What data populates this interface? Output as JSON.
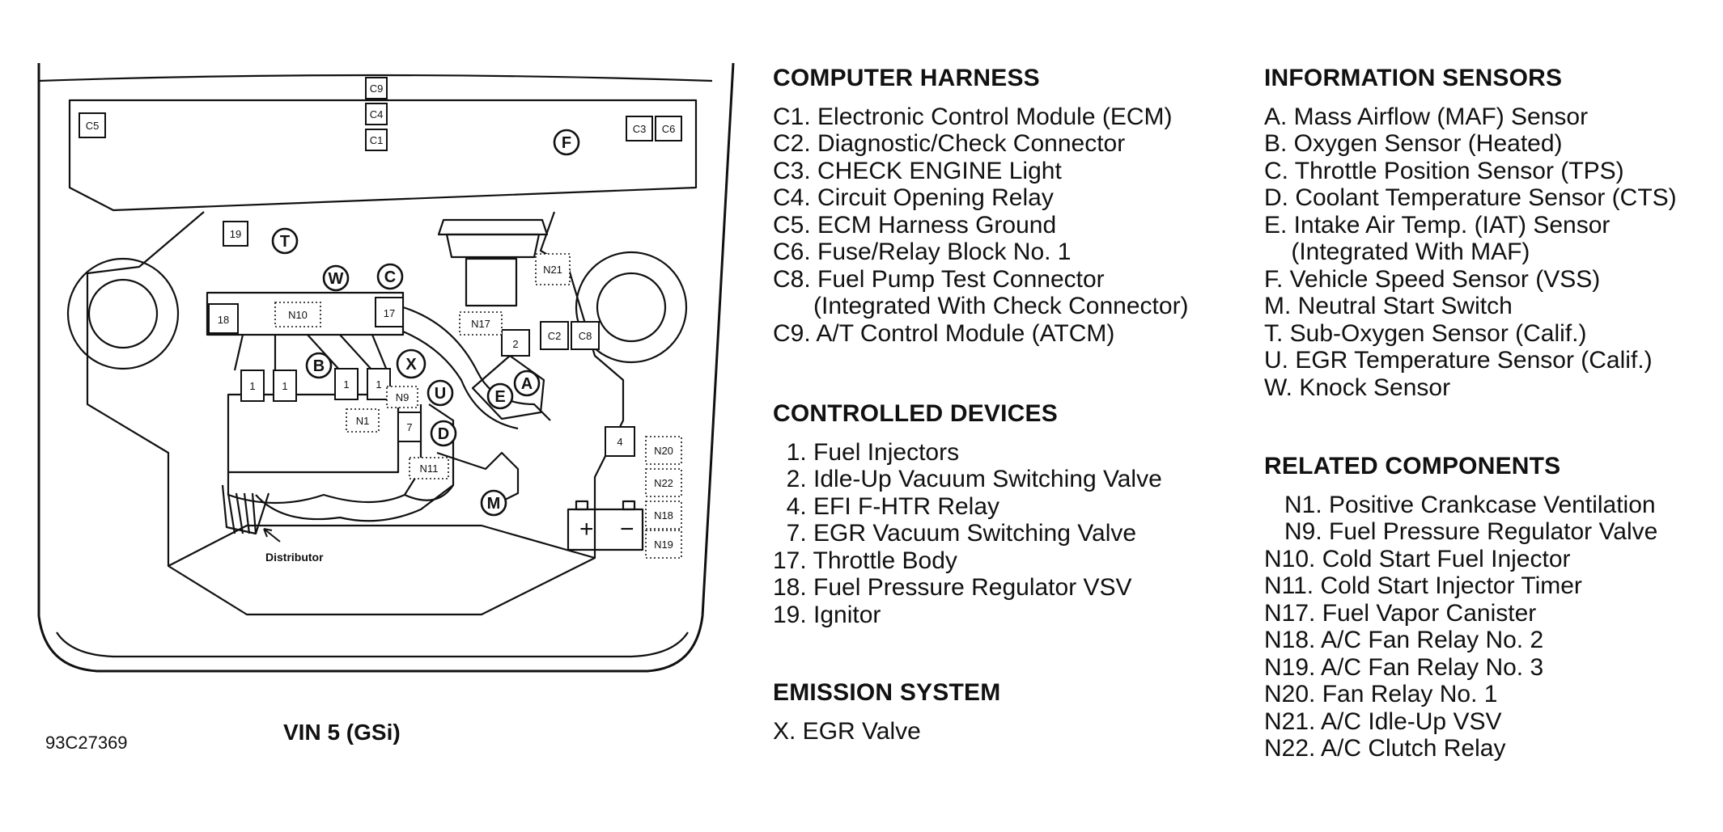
{
  "diagram": {
    "caption_code": "93C27369",
    "caption_vin": "VIN 5 (GSi)",
    "distributor_label": "Distributor",
    "battery_plus": "+",
    "battery_minus": "−",
    "square_labels": {
      "c9": "C9",
      "c4": "C4",
      "c1": "C1",
      "c5": "C5",
      "c3": "C3",
      "c6": "C6",
      "n19_top": "19",
      "n21": "N21",
      "n10": "N10",
      "n17_box": "17",
      "n18_box": "18",
      "n17": "N17",
      "two": "2",
      "c2": "C2",
      "c8": "C8",
      "inj1": "1",
      "inj2": "1",
      "inj3": "1",
      "inj4": "1",
      "n9": "N9",
      "n1": "N1",
      "seven": "7",
      "n11": "N11",
      "four": "4",
      "n20": "N20",
      "n22": "N22",
      "n18": "N18",
      "n19": "N19"
    },
    "circle_labels": {
      "f": "F",
      "t": "T",
      "w": "W",
      "c": "C",
      "b": "B",
      "x": "X",
      "u": "U",
      "d": "D",
      "e": "E",
      "a": "A",
      "m": "M"
    }
  },
  "legend": {
    "computer_harness": {
      "title": "COMPUTER HARNESS",
      "items": [
        "C1. Electronic Control Module (ECM)",
        "C2. Diagnostic/Check Connector",
        "C3. CHECK ENGINE Light",
        "C4. Circuit Opening Relay",
        "C5. ECM Harness Ground",
        "C6. Fuse/Relay Block No. 1",
        "C8. Fuel Pump Test Connector",
        "      (Integrated With Check Connector)",
        "C9. A/T Control Module (ATCM)"
      ]
    },
    "controlled_devices": {
      "title": "CONTROLLED DEVICES",
      "items": [
        "  1. Fuel Injectors",
        "  2. Idle-Up Vacuum Switching Valve",
        "  4. EFI F-HTR Relay",
        "  7. EGR Vacuum Switching Valve",
        "17. Throttle Body",
        "18. Fuel Pressure Regulator VSV",
        "19. Ignitor"
      ]
    },
    "emission_system": {
      "title": "EMISSION SYSTEM",
      "items": [
        "X. EGR Valve"
      ]
    },
    "information_sensors": {
      "title": "INFORMATION SENSORS",
      "items": [
        "A. Mass Airflow (MAF) Sensor",
        "B. Oxygen Sensor (Heated)",
        "C. Throttle Position Sensor (TPS)",
        "D. Coolant Temperature Sensor (CTS)",
        "E. Intake Air Temp. (IAT) Sensor",
        "    (Integrated With MAF)",
        "F. Vehicle Speed Sensor (VSS)",
        "M. Neutral Start Switch",
        "T. Sub-Oxygen Sensor (Calif.)",
        "U. EGR Temperature Sensor (Calif.)",
        "W. Knock Sensor"
      ]
    },
    "related_components": {
      "title": "RELATED COMPONENTS",
      "items": [
        "   N1. Positive Crankcase Ventilation",
        "   N9. Fuel Pressure Regulator Valve",
        "N10. Cold Start Fuel Injector",
        "N11. Cold Start Injector Timer",
        "N17. Fuel Vapor Canister",
        "N18. A/C Fan Relay No. 2",
        "N19. A/C Fan Relay No. 3",
        "N20. Fan Relay No. 1",
        "N21. A/C Idle-Up VSV",
        "N22. A/C Clutch Relay"
      ]
    }
  }
}
